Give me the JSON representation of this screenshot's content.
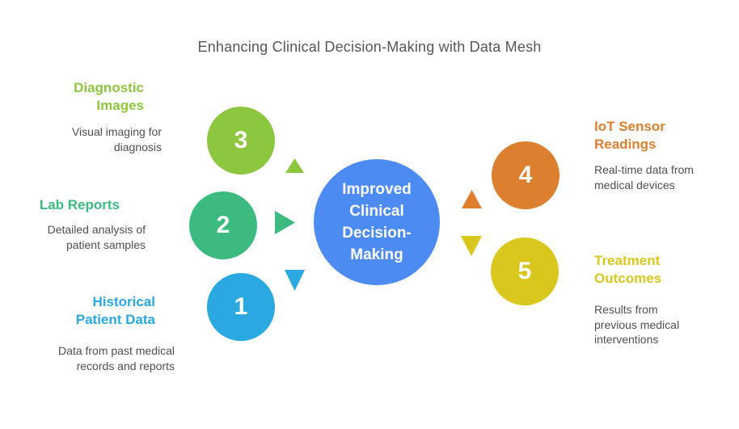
{
  "title": "Enhancing Clinical Decision-Making with Data Mesh",
  "center": {
    "label": "Improved Clinical Decision-Making",
    "lines": [
      "Improved",
      "Clinical",
      "Decision-",
      "Making"
    ],
    "color": "#4C8BF2"
  },
  "items": [
    {
      "number": "1",
      "label": "Historical Patient Data",
      "description": "Data from past medical records and reports",
      "color": "#29A9E0",
      "side": "left",
      "arrow": "down"
    },
    {
      "number": "2",
      "label": "Lab Reports",
      "description": "Detailed analysis of patient samples",
      "color": "#3BBB7F",
      "side": "left",
      "arrow": "right"
    },
    {
      "number": "3",
      "label": "Diagnostic Images",
      "description": "Visual imaging for diagnosis",
      "color": "#8DC63F",
      "side": "left",
      "arrow": "up"
    },
    {
      "number": "4",
      "label": "IoT Sensor Readings",
      "description": "Real-time data from medical devices",
      "color": "#DC7F2E",
      "side": "right",
      "arrow": "up"
    },
    {
      "number": "5",
      "label": "Treatment Outcomes",
      "description": "Results from previous medical interventions",
      "color": "#D9C71D",
      "side": "right",
      "arrow": "down"
    }
  ],
  "text_colors": {
    "title": "#55565B",
    "description": "#4E4F53",
    "circle_number": "#FFFFFF",
    "center_label": "#FFFFFF"
  }
}
